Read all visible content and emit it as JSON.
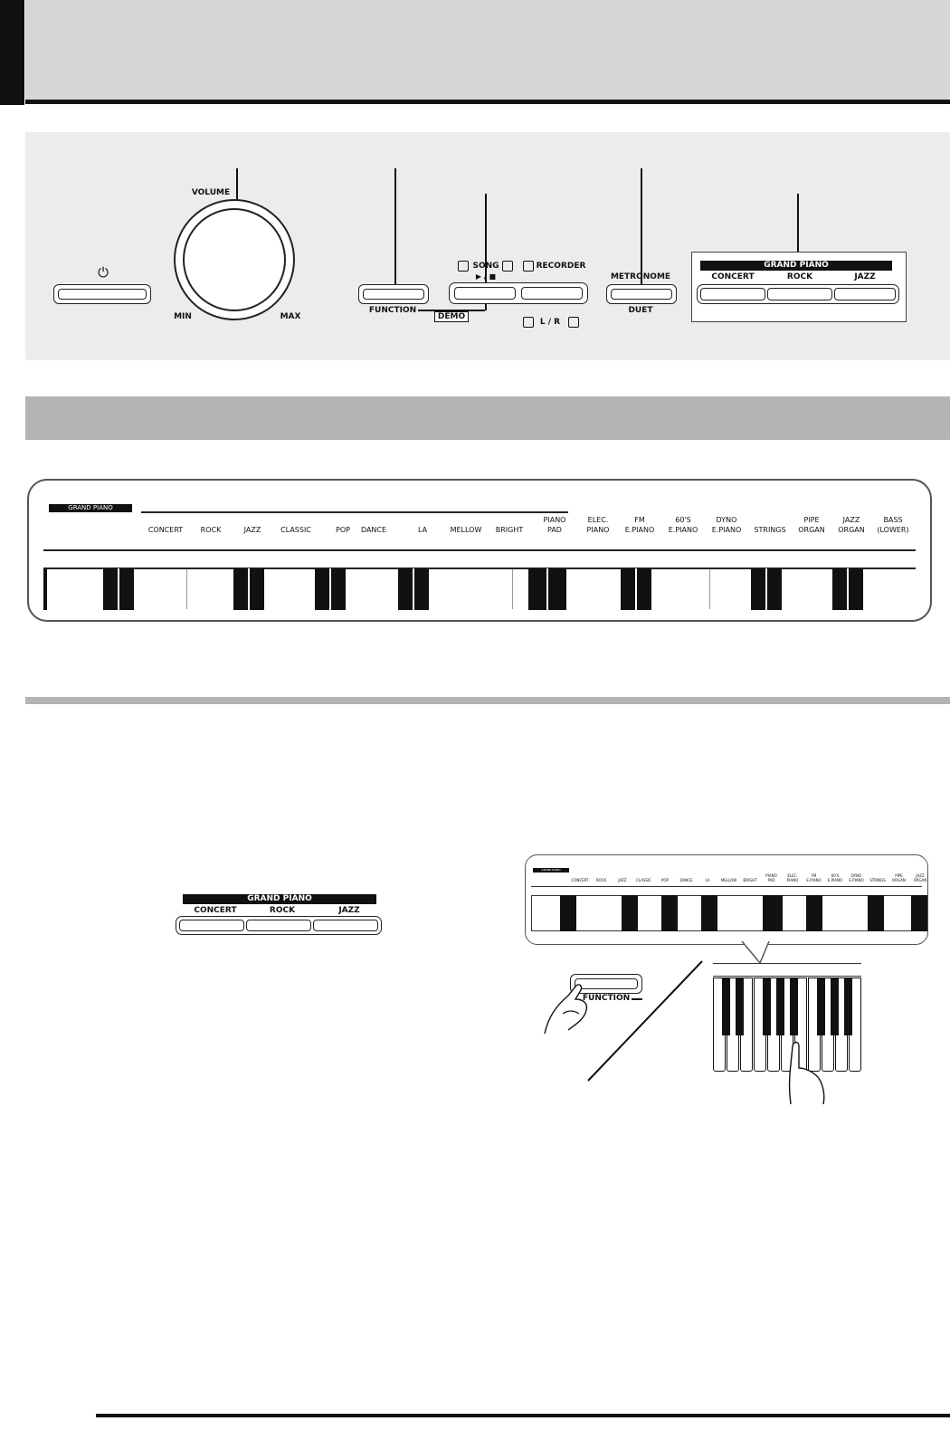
{
  "panel": {
    "volume_label": "VOLUME",
    "min_label": "MIN",
    "max_label": "MAX",
    "power_glyph": "⏻",
    "function_label": "FUNCTION",
    "demo_label": "DEMO",
    "song_label": "SONG",
    "play_stop_label": "▶ / ■",
    "recorder_label": "RECORDER",
    "lr_label": "L / R",
    "metronome_label": "METRONOME",
    "duet_label": "DUET",
    "grand_piano_label": "GRAND PIANO",
    "concert_label": "CONCERT",
    "rock_label": "ROCK",
    "jazz_label": "JAZZ"
  },
  "tone_strip": {
    "grand_piano_label": "GRAND PIANO",
    "tones": [
      "CONCERT",
      "ROCK",
      "JAZZ",
      "CLASSIC",
      "POP",
      "DANCE",
      "LA",
      "MELLOW",
      "BRIGHT",
      "PIANO\nPAD",
      "ELEC.\nPIANO",
      "FM\nE.PIANO",
      "60'S\nE.PIANO",
      "DYNO\nE.PIANO",
      "STRINGS",
      "PIPE\nORGAN",
      "JAZZ\nORGAN",
      "BASS\n(LOWER)"
    ]
  },
  "example_buttons": {
    "grand_piano_label": "GRAND PIANO",
    "concert_label": "CONCERT",
    "rock_label": "ROCK",
    "jazz_label": "JAZZ"
  },
  "illustration": {
    "grand_piano_label": "GRAND PIANO",
    "function_label": "FUNCTION",
    "tones": [
      "CONCERT",
      "ROCK",
      "JAZZ",
      "CLASSIC",
      "POP",
      "DANCE",
      "LA",
      "MELLOW",
      "BRIGHT",
      "PIANO\nPAD",
      "ELEC.\nPIANO",
      "FM\nE.PIANO",
      "60'S\nE.PIANO",
      "DYNO\nE.PIANO",
      "STRINGS",
      "PIPE\nORGAN",
      "JAZZ\nORGAN"
    ]
  }
}
